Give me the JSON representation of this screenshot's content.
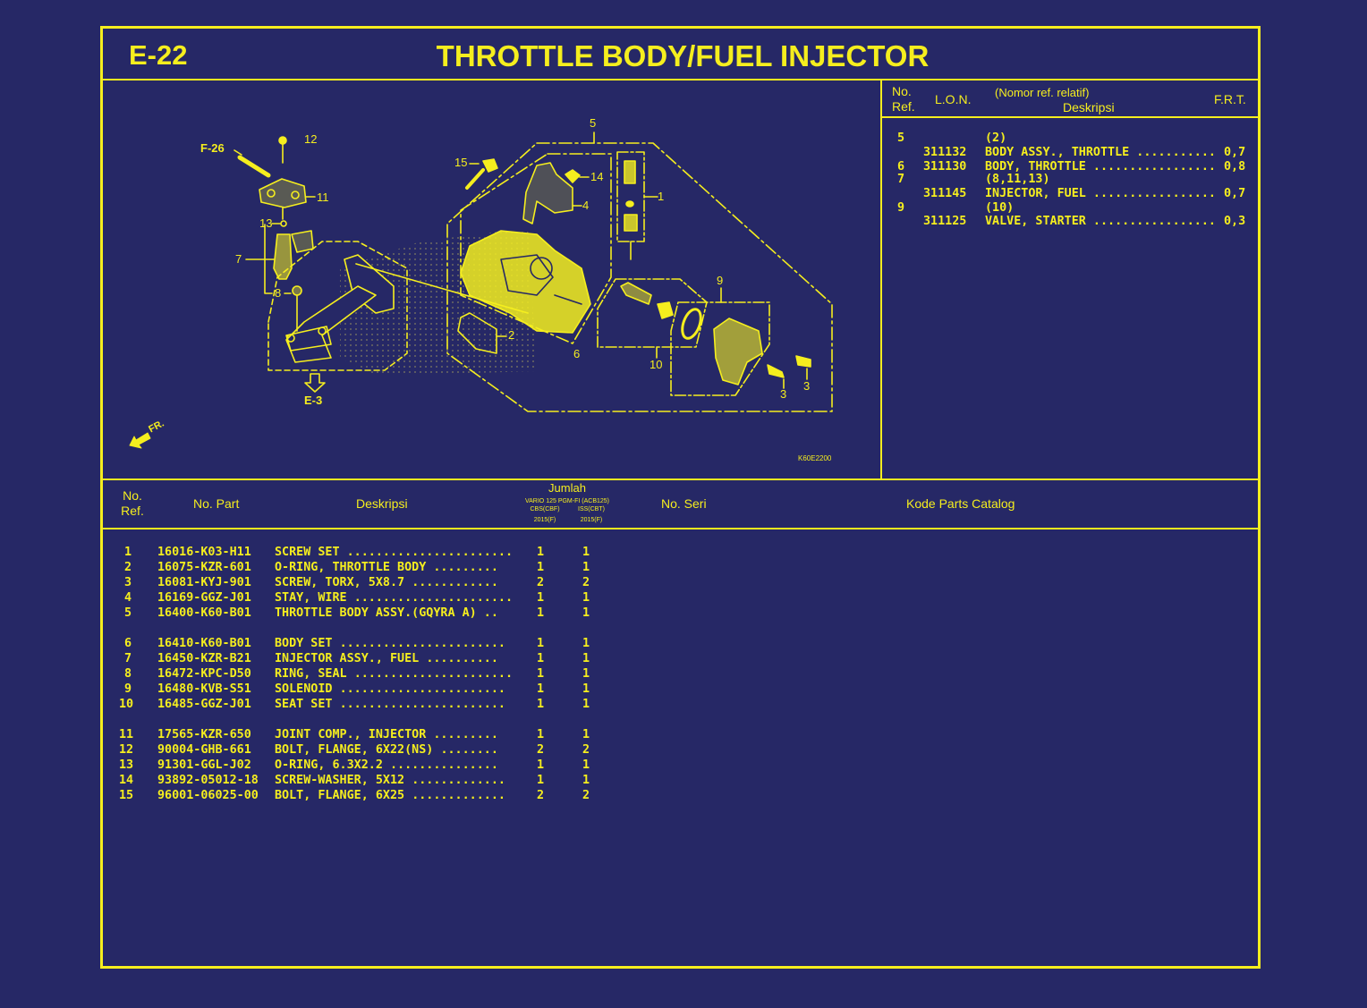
{
  "page": {
    "code": "E-22",
    "title": "THROTTLE BODY/FUEL INJECTOR"
  },
  "colors": {
    "background": "#262866",
    "ink": "#f5ee1e"
  },
  "diagram": {
    "catalog_ref": "K60E2200",
    "front_label": "FR.",
    "callouts": {
      "f26": "F-26",
      "e3": "E-3",
      "c1": "1",
      "c2": "2",
      "c3a": "3",
      "c3b": "3",
      "c4": "4",
      "c5": "5",
      "c6": "6",
      "c7": "7",
      "c8": "8",
      "c9": "9",
      "c10": "10",
      "c11": "11",
      "c12": "12",
      "c13": "13",
      "c14": "14",
      "c15": "15"
    }
  },
  "frt_table": {
    "headers": {
      "no_ref_1": "No.",
      "no_ref_2": "Ref.",
      "lon": "L.O.N.",
      "relative": "(Nomor ref. relatif)",
      "description": "Deskripsi",
      "frt": "F.R.T."
    },
    "rows": [
      {
        "ref": "5",
        "lon": "",
        "desc": "(2)",
        "frt": ""
      },
      {
        "ref": "",
        "lon": "311132",
        "desc": "BODY ASSY., THROTTLE",
        "frt": "0,7"
      },
      {
        "ref": "6",
        "lon": "311130",
        "desc": "BODY, THROTTLE",
        "frt": "0,8"
      },
      {
        "ref": "7",
        "lon": "",
        "desc": "(8,11,13)",
        "frt": ""
      },
      {
        "ref": "",
        "lon": "311145",
        "desc": "INJECTOR, FUEL",
        "frt": "0,7"
      },
      {
        "ref": "9",
        "lon": "",
        "desc": "(10)",
        "frt": ""
      },
      {
        "ref": "",
        "lon": "311125",
        "desc": "VALVE, STARTER",
        "frt": "0,3"
      }
    ]
  },
  "parts_table": {
    "headers": {
      "no_ref_1": "No.",
      "no_ref_2": "Ref.",
      "part_no": "No. Part",
      "description": "Deskripsi",
      "qty": "Jumlah",
      "model": "VARIO 125 PGM-FI (ACB125)",
      "variant_a": "CBS(CBF)",
      "variant_b": "ISS(CBT)",
      "year_a": "2015(F)",
      "year_b": "2015(F)",
      "serial": "No. Seri",
      "catalog_code": "Kode Parts Catalog"
    },
    "rows": [
      {
        "ref": "1",
        "part": "16016-K03-H11",
        "desc": "SCREW SET",
        "dots": ".......................",
        "qa": "1",
        "qb": "1"
      },
      {
        "ref": "2",
        "part": "16075-KZR-601",
        "desc": "O-RING, THROTTLE BODY",
        "dots": ".........",
        "qa": "1",
        "qb": "1"
      },
      {
        "ref": "3",
        "part": "16081-KYJ-901",
        "desc": "SCREW, TORX, 5X8.7",
        "dots": "............",
        "qa": "2",
        "qb": "2"
      },
      {
        "ref": "4",
        "part": "16169-GGZ-J01",
        "desc": "STAY, WIRE",
        "dots": "......................",
        "qa": "1",
        "qb": "1"
      },
      {
        "ref": "5",
        "part": "16400-K60-B01",
        "desc": "THROTTLE BODY ASSY.(GQYRA A)",
        "dots": "..",
        "qa": "1",
        "qb": "1"
      },
      {
        "ref": "6",
        "part": "16410-K60-B01",
        "desc": "BODY SET",
        "dots": ".......................",
        "qa": "1",
        "qb": "1"
      },
      {
        "ref": "7",
        "part": "16450-KZR-B21",
        "desc": "INJECTOR ASSY., FUEL",
        "dots": "..........",
        "qa": "1",
        "qb": "1"
      },
      {
        "ref": "8",
        "part": "16472-KPC-D50",
        "desc": "RING, SEAL",
        "dots": "......................",
        "qa": "1",
        "qb": "1"
      },
      {
        "ref": "9",
        "part": "16480-KVB-S51",
        "desc": "SOLENOID",
        "dots": ".......................",
        "qa": "1",
        "qb": "1"
      },
      {
        "ref": "10",
        "part": "16485-GGZ-J01",
        "desc": "SEAT SET",
        "dots": ".......................",
        "qa": "1",
        "qb": "1"
      },
      {
        "ref": "11",
        "part": "17565-KZR-650",
        "desc": "JOINT COMP., INJECTOR",
        "dots": ".........",
        "qa": "1",
        "qb": "1"
      },
      {
        "ref": "12",
        "part": "90004-GHB-661",
        "desc": "BOLT, FLANGE, 6X22(NS)",
        "dots": "........",
        "qa": "2",
        "qb": "2"
      },
      {
        "ref": "13",
        "part": "91301-GGL-J02",
        "desc": "O-RING, 6.3X2.2",
        "dots": "...............",
        "qa": "1",
        "qb": "1"
      },
      {
        "ref": "14",
        "part": "93892-05012-18",
        "desc": "SCREW-WASHER, 5X12",
        "dots": ".............",
        "qa": "1",
        "qb": "1"
      },
      {
        "ref": "15",
        "part": "96001-06025-00",
        "desc": "BOLT, FLANGE, 6X25",
        "dots": ".............",
        "qa": "2",
        "qb": "2"
      }
    ]
  }
}
